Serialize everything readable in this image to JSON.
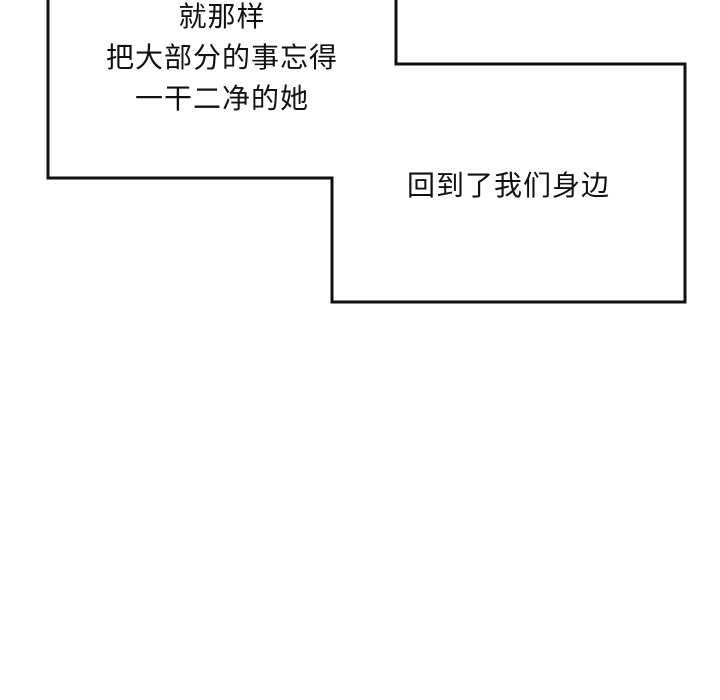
{
  "panel": {
    "background": "#ffffff",
    "border_color": "#111111",
    "caption_left": {
      "lines": [
        "就那样",
        "把大部分的事忘得",
        "一干二净的她"
      ]
    },
    "caption_right": {
      "lines": [
        "回到了我们身边"
      ]
    }
  }
}
